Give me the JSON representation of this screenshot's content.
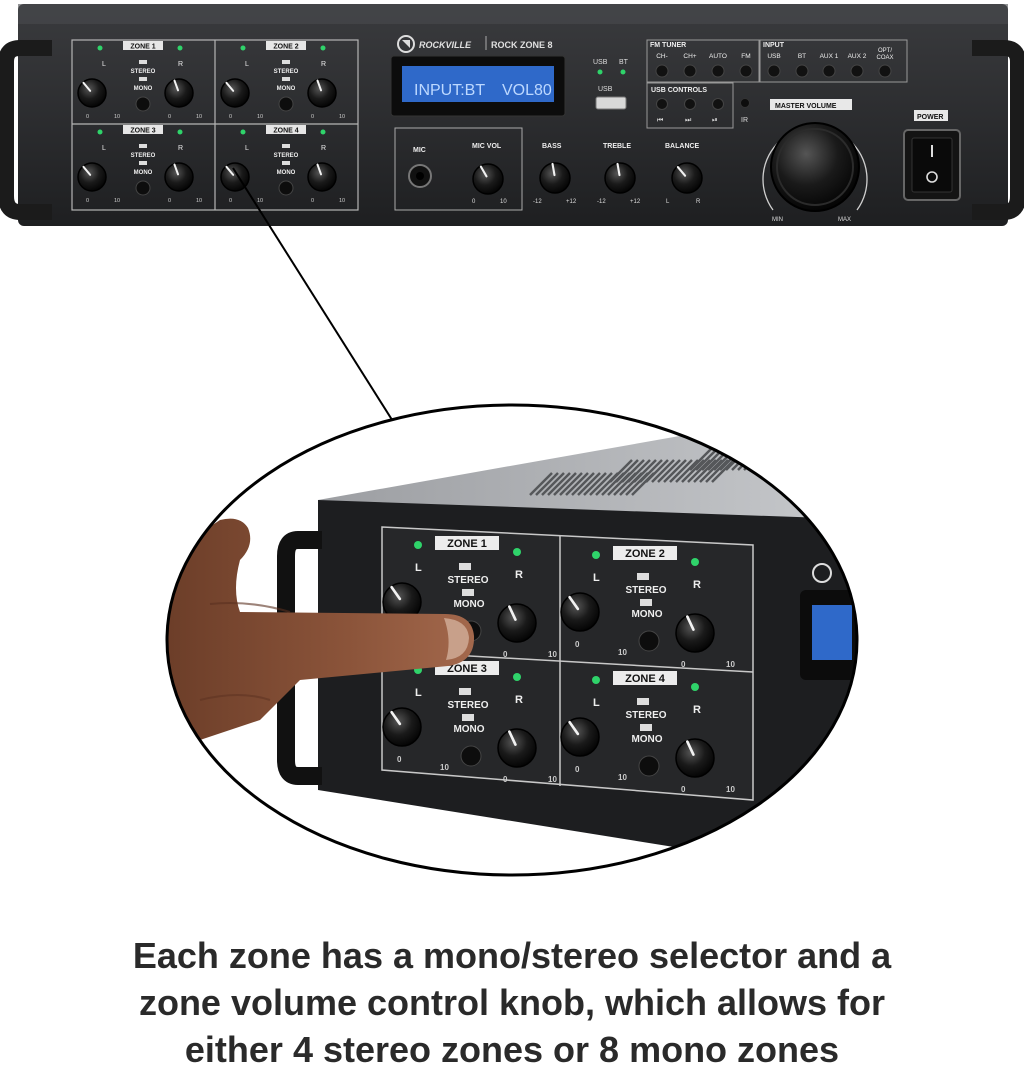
{
  "brand": {
    "logo": "ROCKVILLE",
    "model": "ROCK ZONE 8"
  },
  "display": {
    "input": "INPUT:BT",
    "volume": "VOL80"
  },
  "zones": [
    {
      "label": "ZONE 1"
    },
    {
      "label": "ZONE 2"
    },
    {
      "label": "ZONE 3"
    },
    {
      "label": "ZONE 4"
    }
  ],
  "zone_controls": {
    "left": "L",
    "right": "R",
    "stereo": "STEREO",
    "mono": "MONO",
    "scale_min": "0",
    "scale_max": "10"
  },
  "indicators": {
    "usb": "USB",
    "bt": "BT",
    "usb_port": "USB",
    "ir": "IR"
  },
  "fm_tuner": {
    "title": "FM TUNER",
    "buttons": [
      "CH-",
      "CH+",
      "AUTO",
      "FM"
    ]
  },
  "input_section": {
    "title": "INPUT",
    "buttons": [
      "USB",
      "BT",
      "AUX 1",
      "AUX 2",
      "OPT/",
      "COAX"
    ]
  },
  "usb_controls": {
    "title": "USB CONTROLS"
  },
  "mic": {
    "label": "MIC",
    "vol_label": "MIC VOL",
    "min": "0",
    "max": "10"
  },
  "tone": {
    "bass": "BASS",
    "treble": "TREBLE",
    "balance": "BALANCE",
    "min": "-12",
    "max": "+12",
    "bal_left": "L",
    "bal_right": "R"
  },
  "master_volume": {
    "label": "MASTER VOLUME",
    "min": "MIN",
    "max": "MAX"
  },
  "power": {
    "label": "POWER"
  },
  "caption": {
    "line1": "Each zone has a mono/stereo selector and a",
    "line2": "zone volume control knob, which allows for",
    "line3": "either 4 stereo zones or 8 mono zones"
  },
  "colors": {
    "lcd_bg": "#2f69c9",
    "lcd_text": "#bcd8ff",
    "led": "#2fd36a",
    "panel": "#262729",
    "caption": "#2a2a2a"
  }
}
